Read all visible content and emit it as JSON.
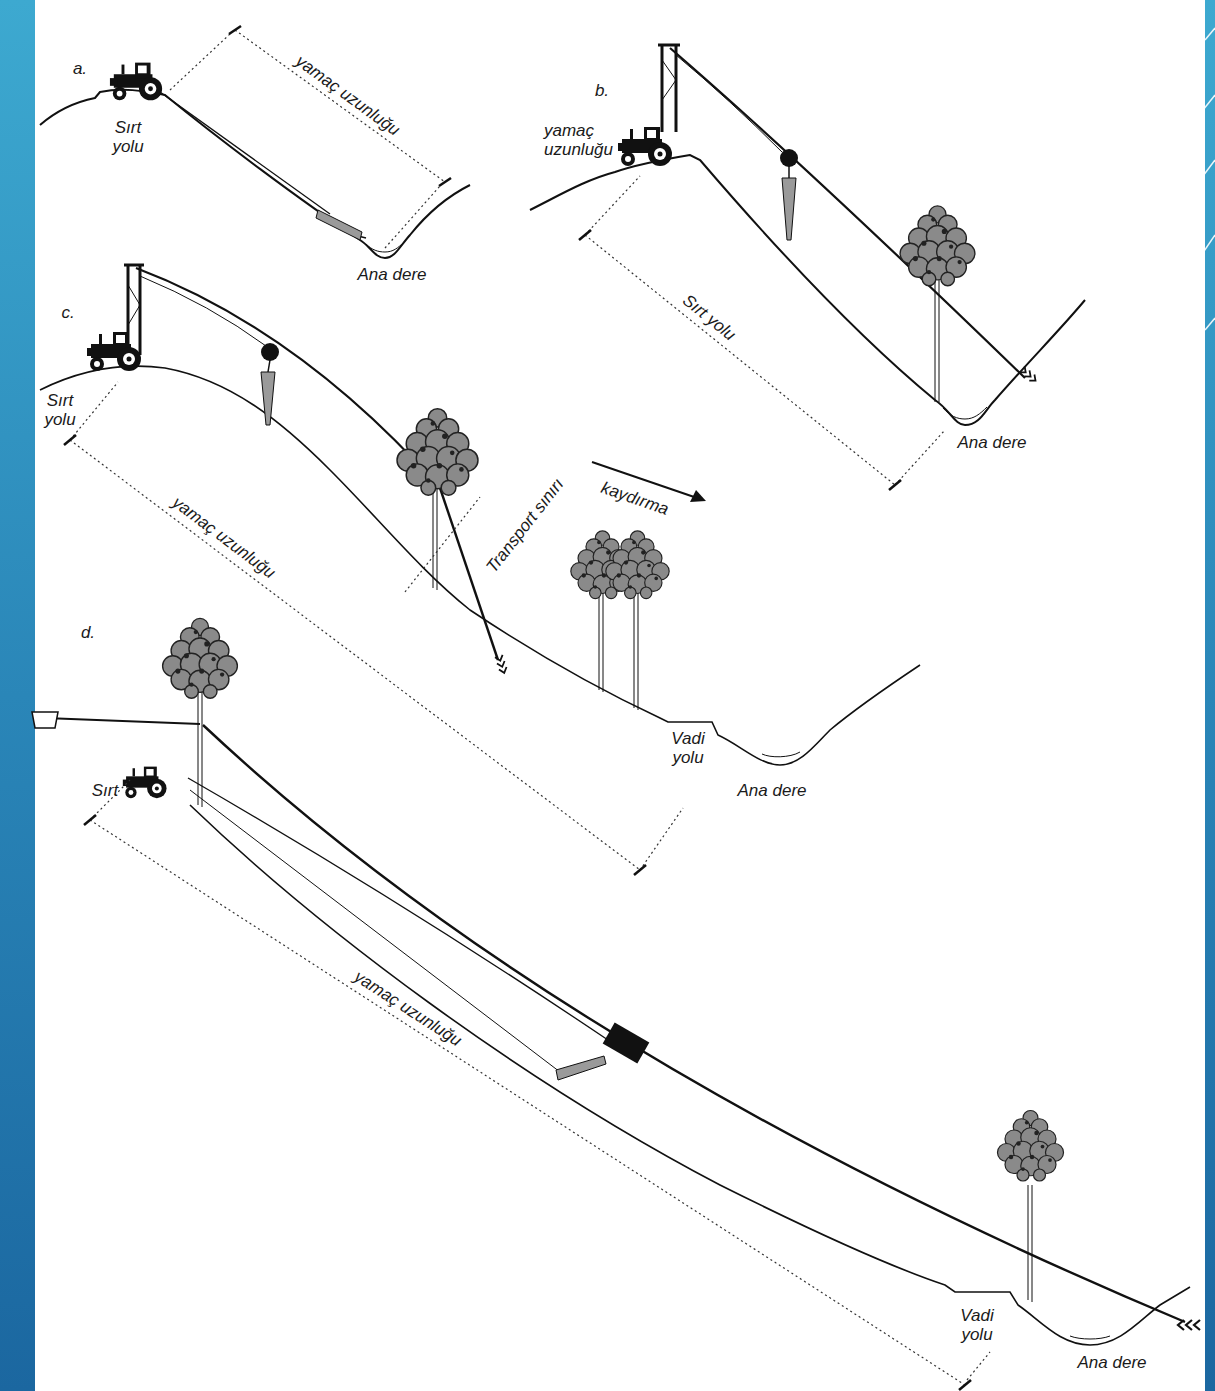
{
  "diagram": {
    "labels": [
      "a.",
      "yamaç uzunluğu",
      "Sırt yolu",
      "Ana dere",
      "b.",
      "Sırt yolu",
      "yamaç uzunluğu",
      "Ana dere",
      "c.",
      "Sırt yolu",
      "Transport sınırı",
      "kaydırma",
      "yamaç uzunluğu",
      "Vadi yolu",
      "Ana dere",
      "d.",
      "Sırt",
      "yamaç uzunluğu",
      "Vadi yolu",
      "Ana dere"
    ]
  }
}
